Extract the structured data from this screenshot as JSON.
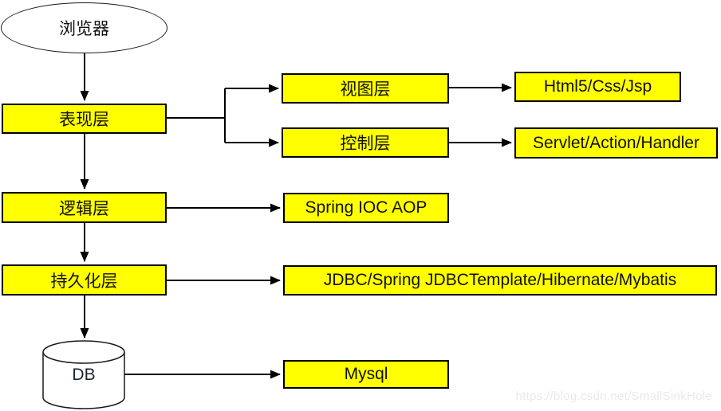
{
  "diagram": {
    "nodes": {
      "browser": {
        "label": "浏览器",
        "shape": "ellipse"
      },
      "presentation": {
        "label": "表现层",
        "shape": "rect"
      },
      "view": {
        "label": "视图层",
        "shape": "rect"
      },
      "control": {
        "label": "控制层",
        "shape": "rect"
      },
      "html5": {
        "label": "Html5/Css/Jsp",
        "shape": "rect"
      },
      "servlet": {
        "label": "Servlet/Action/Handler",
        "shape": "rect"
      },
      "logic": {
        "label": "逻辑层",
        "shape": "rect"
      },
      "spring": {
        "label": "Spring IOC AOP",
        "shape": "rect"
      },
      "persistence": {
        "label": "持久化层",
        "shape": "rect"
      },
      "jdbc": {
        "label": "JDBC/Spring JDBCTemplate/Hibernate/Mybatis",
        "shape": "rect"
      },
      "db": {
        "label": "DB",
        "shape": "cylinder"
      },
      "mysql": {
        "label": "Mysql",
        "shape": "rect"
      }
    },
    "edges": [
      {
        "from": "browser",
        "to": "presentation"
      },
      {
        "from": "presentation",
        "to": "view"
      },
      {
        "from": "presentation",
        "to": "control"
      },
      {
        "from": "view",
        "to": "html5"
      },
      {
        "from": "control",
        "to": "servlet"
      },
      {
        "from": "presentation",
        "to": "logic"
      },
      {
        "from": "logic",
        "to": "spring"
      },
      {
        "from": "logic",
        "to": "persistence"
      },
      {
        "from": "persistence",
        "to": "jdbc"
      },
      {
        "from": "persistence",
        "to": "db"
      },
      {
        "from": "db",
        "to": "mysql"
      }
    ],
    "colors": {
      "node_fill": "#ffff00",
      "node_border": "#000000",
      "shape_fill": "#ffffff",
      "arrow": "#000000",
      "watermark_text": "#e9e9e9"
    },
    "watermark": "https://blog.csdn.net/SmallSinkHole"
  }
}
